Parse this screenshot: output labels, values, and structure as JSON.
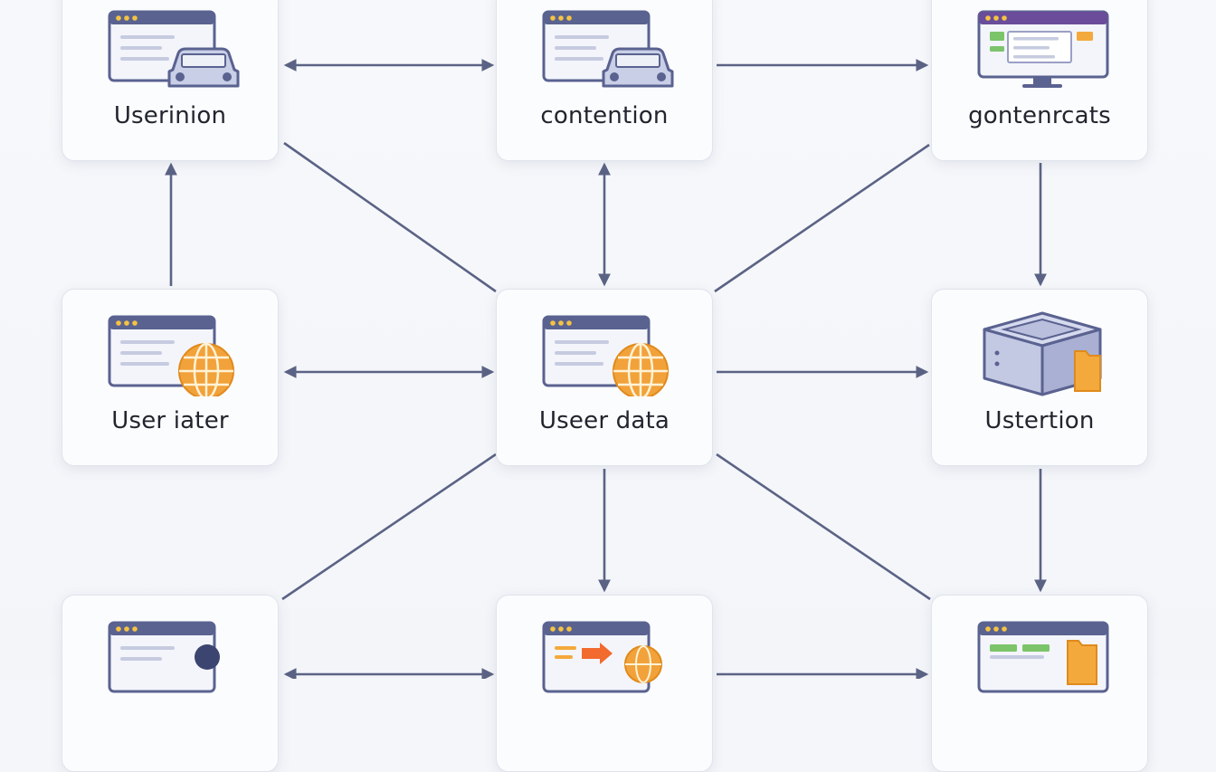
{
  "diagram": {
    "nodes": [
      {
        "id": "n1",
        "label": "Userinion",
        "icon": "browser-car-icon"
      },
      {
        "id": "n2",
        "label": "contention",
        "icon": "browser-car-icon"
      },
      {
        "id": "n3",
        "label": "gontenrcats",
        "icon": "monitor-icon"
      },
      {
        "id": "n4",
        "label": "User iater",
        "icon": "browser-globe-icon"
      },
      {
        "id": "n5",
        "label": "Useer data",
        "icon": "browser-globe-icon"
      },
      {
        "id": "n6",
        "label": "Ustertion",
        "icon": "server-folder-icon"
      },
      {
        "id": "n7",
        "label": "",
        "icon": "browser-user-icon"
      },
      {
        "id": "n8",
        "label": "",
        "icon": "browser-arrow-globe-icon"
      },
      {
        "id": "n9",
        "label": "",
        "icon": "browser-folder-icon"
      }
    ],
    "edges": [
      {
        "from": "n1",
        "to": "n2",
        "direction": "both"
      },
      {
        "from": "n2",
        "to": "n3",
        "direction": "forward"
      },
      {
        "from": "n4",
        "to": "n1",
        "direction": "forward"
      },
      {
        "from": "n2",
        "to": "n5",
        "direction": "both"
      },
      {
        "from": "n3",
        "to": "n6",
        "direction": "forward"
      },
      {
        "from": "n4",
        "to": "n5",
        "direction": "both"
      },
      {
        "from": "n5",
        "to": "n6",
        "direction": "forward"
      },
      {
        "from": "n1",
        "to": "n5",
        "direction": "none"
      },
      {
        "from": "n3",
        "to": "n5",
        "direction": "none"
      },
      {
        "from": "n5",
        "to": "n8",
        "direction": "forward"
      },
      {
        "from": "n6",
        "to": "n9",
        "direction": "forward"
      },
      {
        "from": "n5",
        "to": "n7",
        "direction": "none"
      },
      {
        "from": "n5",
        "to": "n9",
        "direction": "none"
      },
      {
        "from": "n7",
        "to": "n8",
        "direction": "both"
      },
      {
        "from": "n8",
        "to": "n9",
        "direction": "forward"
      }
    ],
    "colors": {
      "edge": "#5b6385",
      "window_bar": "#5a6290",
      "window_dot": "#f5c342",
      "globe": "#f2a23a",
      "car": "#c9cfe6",
      "folder": "#f4a93c",
      "green": "#7cc46a"
    }
  }
}
